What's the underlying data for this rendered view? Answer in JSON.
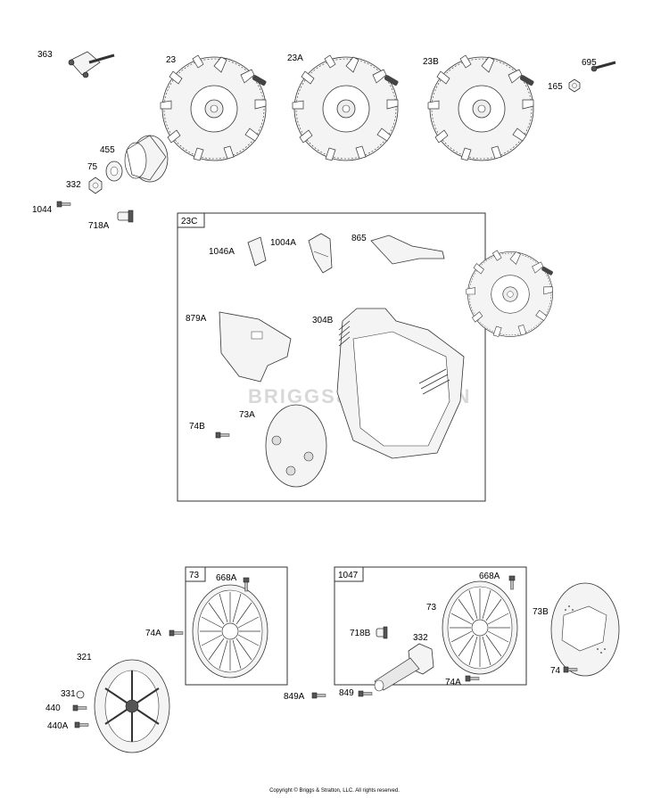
{
  "labels": {
    "l363": "363",
    "l23": "23",
    "l23A": "23A",
    "l23B": "23B",
    "l695": "695",
    "l165": "165",
    "l455": "455",
    "l75": "75",
    "l332": "332",
    "l1044": "1044",
    "l718A": "718A",
    "l1046A": "1046A",
    "l1004A": "1004A",
    "l865": "865",
    "l879A": "879A",
    "l304B": "304B",
    "l74B": "74B",
    "l73A": "73A",
    "l668A_1": "668A",
    "l74A_1": "74A",
    "l321": "321",
    "l331": "331",
    "l440": "440",
    "l440A": "440A",
    "l849A": "849A",
    "l718B": "718B",
    "l332_2": "332",
    "l73_2": "73",
    "l668A_2": "668A",
    "l849": "849",
    "l74A_2": "74A",
    "l73B": "73B",
    "l74": "74"
  },
  "boxes": {
    "b23C": "23C",
    "b73": "73",
    "b1047": "1047"
  },
  "watermark": "BRIGGS&STRATTON",
  "copyright": "Copyright © Briggs & Stratton, LLC. All rights reserved."
}
